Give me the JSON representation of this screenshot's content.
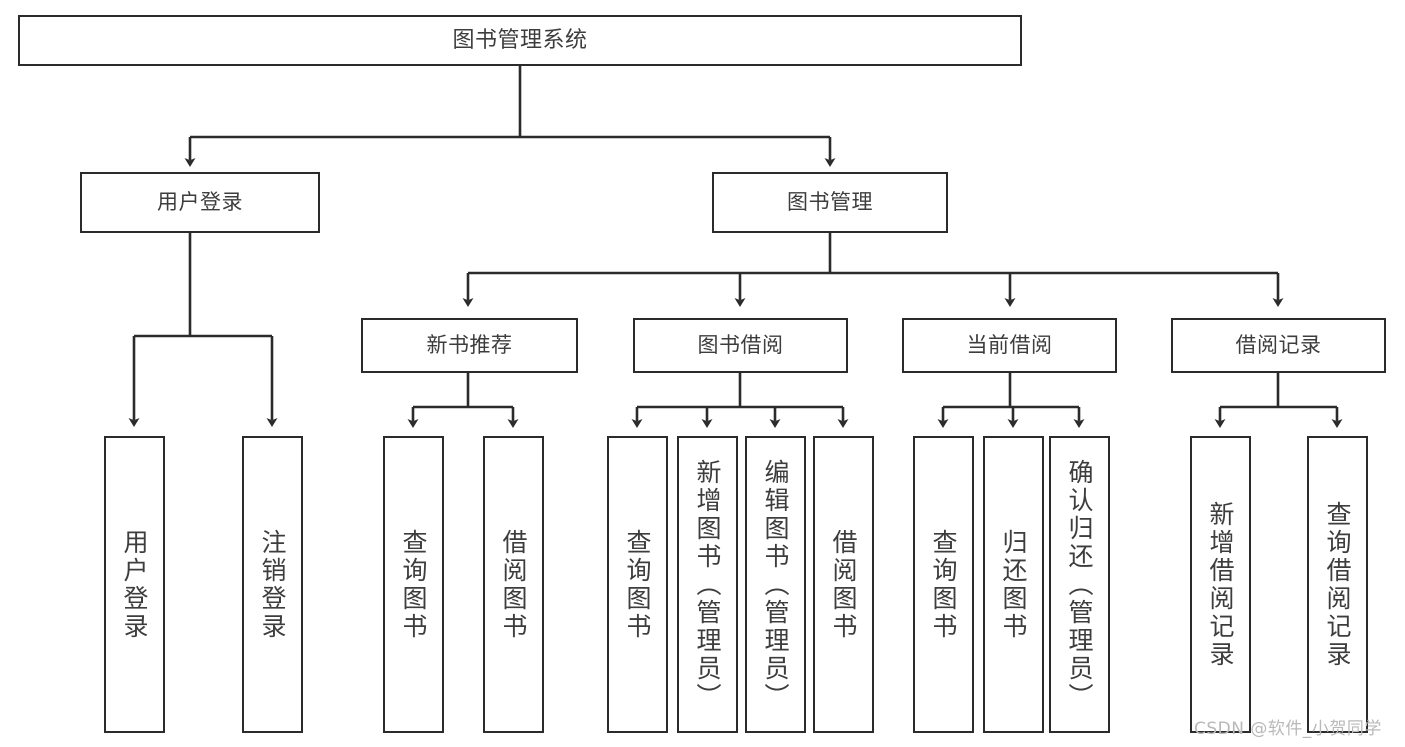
{
  "diagram": {
    "title": "图书管理系统",
    "type": "hierarchy-tree",
    "watermark": "CSDN @软件_小贺同学",
    "colors": {
      "box_border": "#2b2b2b",
      "box_fill": "#ffffff",
      "text": "#3d3d3d",
      "connector": "#2b2b2b",
      "watermark": "#b9b9b9",
      "background": "#ffffff"
    }
  },
  "nodes": {
    "root": {
      "label": "图书管理系统"
    },
    "level1": [
      {
        "label": "用户登录"
      },
      {
        "label": "图书管理"
      }
    ],
    "level2": [
      {
        "label": "新书推荐"
      },
      {
        "label": "图书借阅"
      },
      {
        "label": "当前借阅"
      },
      {
        "label": "借阅记录"
      }
    ],
    "leaves": {
      "user_login": [
        {
          "label": "用户登录"
        },
        {
          "label": "注销登录"
        }
      ],
      "new_book_recommend": [
        {
          "label": "查询图书"
        },
        {
          "label": "借阅图书"
        }
      ],
      "book_borrow": [
        {
          "label": "查询图书"
        },
        {
          "label": "新增图书（管理员）"
        },
        {
          "label": "编辑图书（管理员）"
        },
        {
          "label": "借阅图书"
        }
      ],
      "current_borrow": [
        {
          "label": "查询图书"
        },
        {
          "label": "归还图书"
        },
        {
          "label": "确认归还（管理员）"
        }
      ],
      "borrow_records": [
        {
          "label": "新增借阅记录"
        },
        {
          "label": "查询借阅记录"
        }
      ]
    }
  }
}
